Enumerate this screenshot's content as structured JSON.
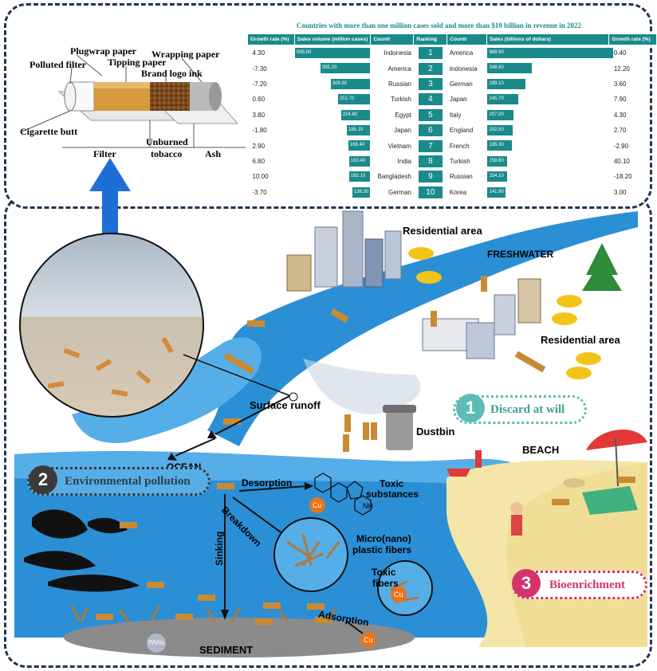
{
  "cigarette": {
    "labels": {
      "plugwrap": "Plugwrap paper",
      "polluted_filter": "Polluted filter",
      "tipping": "Tipping paper",
      "wrapping": "Wrapping paper",
      "brand_logo": "Brand logo ink",
      "butt": "Cigarette butt",
      "filter": "Filter",
      "unburned1": "Unburned",
      "unburned2": "tobacco",
      "ash": "Ash"
    }
  },
  "table": {
    "title": "Countries with more than one million cases sold and more than $10 billion in revenue in 2022",
    "headers": [
      "Growth rate (%)",
      "Sales volume (million cases)",
      "Countr",
      "Ranking",
      "Countr",
      "Sales (billions of dollars)",
      "Growth rate (%)"
    ],
    "rows": [
      {
        "growth_l": "4.30",
        "volume": "595.00",
        "country_l": "Indonesia",
        "rank": "1",
        "country_r": "America",
        "sales": "989.90",
        "growth_r": "0.40",
        "vol_val": 595.0,
        "sales_val": 989.9
      },
      {
        "growth_l": "-7.30",
        "volume": "395.20",
        "country_l": "America",
        "rank": "2",
        "country_r": "Indonesia",
        "sales": "348.60",
        "growth_r": "12.20",
        "vol_val": 395.2,
        "sales_val": 348.6
      },
      {
        "growth_l": "-7.20",
        "volume": "309.80",
        "country_l": "Russian",
        "rank": "3",
        "country_r": "German",
        "sales": "299.10",
        "growth_r": "3.60",
        "vol_val": 309.8,
        "sales_val": 299.1
      },
      {
        "growth_l": "0.60",
        "volume": "251.70",
        "country_l": "Turkish",
        "rank": "4",
        "country_r": "Japan",
        "sales": "245.70",
        "growth_r": "7.90",
        "vol_val": 251.7,
        "sales_val": 245.7
      },
      {
        "growth_l": "3.80",
        "volume": "224.80",
        "country_l": "Egypt",
        "rank": "5",
        "country_r": "Italy",
        "sales": "207.00",
        "growth_r": "4.30",
        "vol_val": 224.8,
        "sales_val": 207.0
      },
      {
        "growth_l": "-1.80",
        "volume": "185.10",
        "country_l": "Japan",
        "rank": "6",
        "country_r": "England",
        "sales": "202.50",
        "growth_r": "2.70",
        "vol_val": 185.1,
        "sales_val": 202.5
      },
      {
        "growth_l": "2.90",
        "volume": "168.40",
        "country_l": "Vietnam",
        "rank": "7",
        "country_r": "French",
        "sales": "195.30",
        "growth_r": "-2.90",
        "vol_val": 168.4,
        "sales_val": 195.3
      },
      {
        "growth_l": "6.80",
        "volume": "163.40",
        "country_l": "India",
        "rank": "8",
        "country_r": "Turkish",
        "sales": "158.60",
        "growth_r": "40.10",
        "vol_val": 163.4,
        "sales_val": 158.6
      },
      {
        "growth_l": "10.00",
        "volume": "162.10",
        "country_l": "Bangladesh",
        "rank": "9",
        "country_r": "Russian",
        "sales": "154.10",
        "growth_r": "-18.20",
        "vol_val": 162.1,
        "sales_val": 154.1
      },
      {
        "growth_l": "-3.70",
        "volume": "138.30",
        "country_l": "German",
        "rank": "10",
        "country_r": "Korea",
        "sales": "141.80",
        "growth_r": "3.00",
        "vol_val": 138.3,
        "sales_val": 141.8
      }
    ]
  },
  "scene": {
    "residential_top": "Residential area",
    "freshwater": "FRESHWATER",
    "residential_right": "Residential area",
    "surface_runoff": "Surface runoff",
    "dustbin": "Dustbin",
    "discard": "Discard at will",
    "discard_num": "1",
    "beach": "BEACH",
    "ocean": "OCEAN",
    "pollution": "Environmental pollution",
    "pollution_num": "2",
    "desorption": "Desorption",
    "toxic_subs1": "Toxic",
    "toxic_subs2": "substances",
    "breakdown": "Breakdown",
    "micro1": "Micro(nano)",
    "micro2": "plastic fibers",
    "toxic_fib1": "Toxic",
    "toxic_fib2": "fibers",
    "sinking": "Sinking",
    "adsorption": "Adsorption",
    "sediment": "SEDIMENT",
    "pahs": "PAHs",
    "cu": "Cu",
    "nh": "NH",
    "bio": "Bioenrichment",
    "bio_num": "3"
  },
  "colors": {
    "frame": "#1f3550",
    "teal": "#1b8a8a",
    "water": "#2b8fd6",
    "discard": "#5dbdb6",
    "pollution": "#3a3a3a",
    "bio": "#d6336c",
    "sand": "#f4e6a8",
    "cu": "#e8731a"
  }
}
